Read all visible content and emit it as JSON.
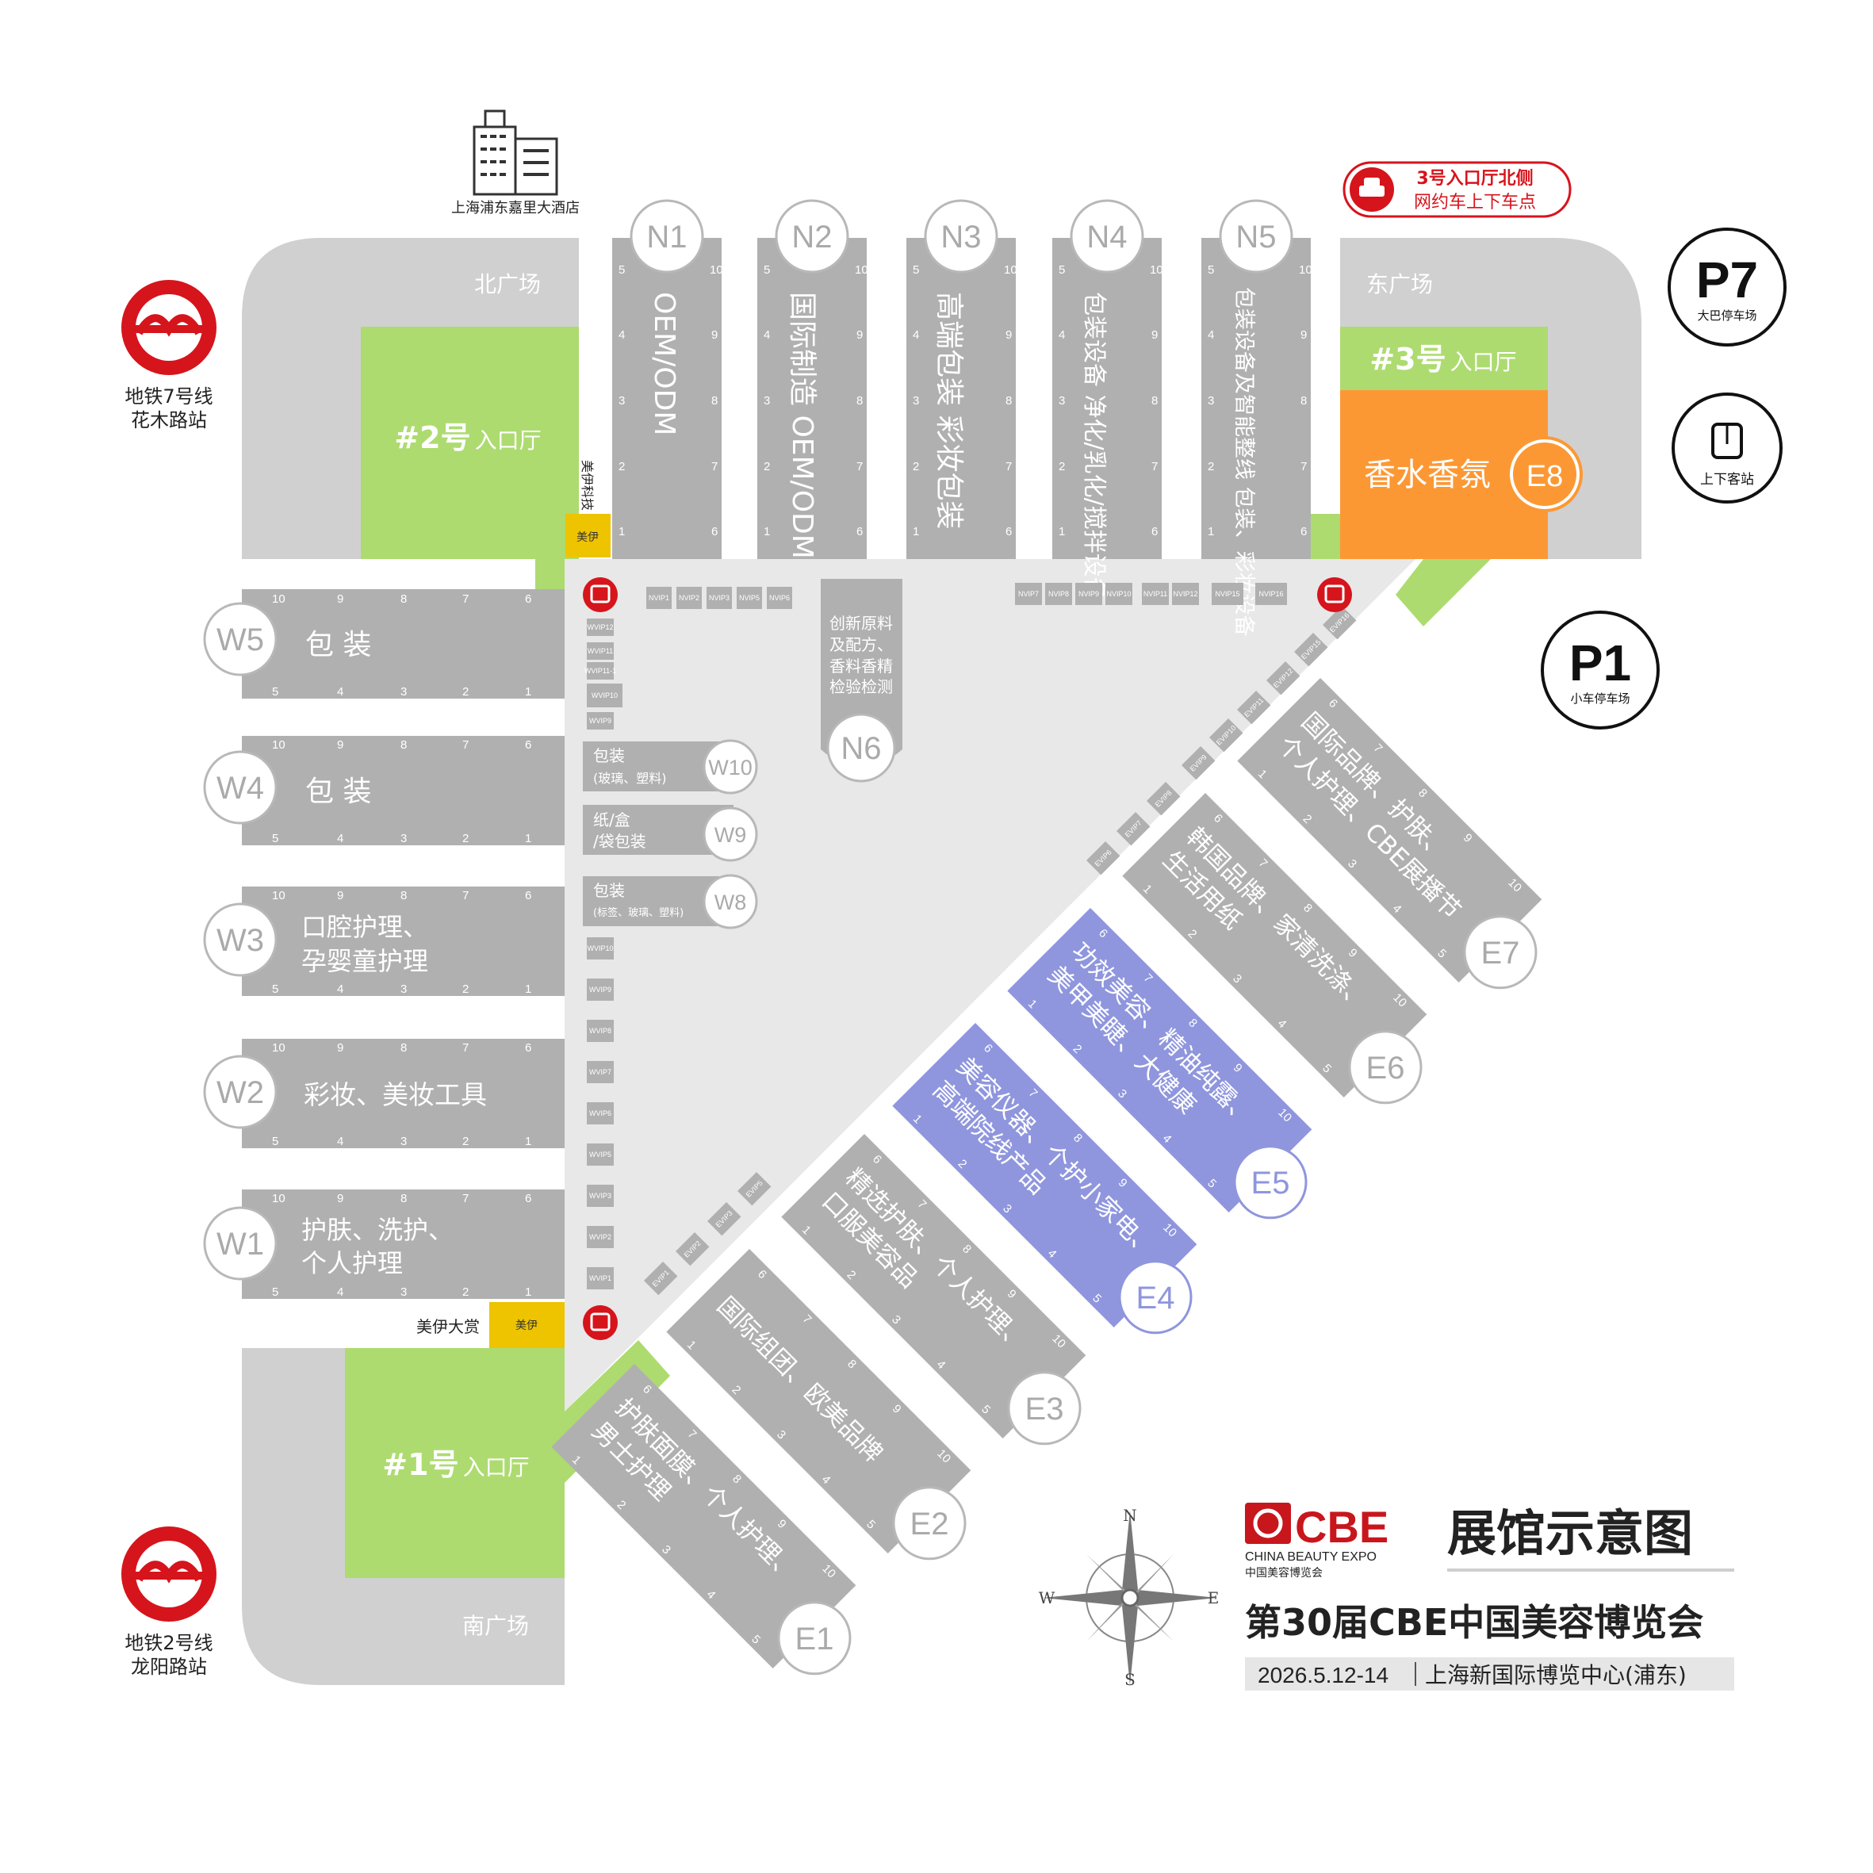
{
  "title": {
    "brand": "CBE",
    "brand_en": "CHINA BEAUTY EXPO",
    "brand_cn": "中国美容博览会",
    "map_title": "展馆示意图",
    "expo_name": "第30届CBE中国美容博览会",
    "date": "2026.5.12-14",
    "venue": "上海新国际博览中心(浦东)"
  },
  "compass": {
    "n": "N",
    "s": "S",
    "e": "E",
    "w": "W"
  },
  "landmarks": {
    "hotel": "上海浦东嘉里大酒店",
    "metro7_l1": "地铁7号线",
    "metro7_l2": "花木路站",
    "metro2_l1": "地铁2号线",
    "metro2_l2": "龙阳路站",
    "taxi_l1": "3号入口厅北侧",
    "taxi_l2": "网约车上下车点",
    "p7": "P7",
    "p7_sub": "大巴停车场",
    "p1": "P1",
    "p1_sub": "小车停车场",
    "bus_sub": "上下客站"
  },
  "plazas": {
    "north": "北广场",
    "east": "东广场",
    "south": "南广场"
  },
  "entrances": {
    "e2_num": "#2号",
    "e2_txt": "入口厅",
    "e3_num": "#3号",
    "e3_txt": "入口厅",
    "e1_num": "#1号",
    "e1_txt": "入口厅"
  },
  "sponsors": {
    "north_booth": "美伊科技",
    "south_booth": "美伊大赏",
    "logo_text": "美伊"
  },
  "north_halls": [
    {
      "id": "N1",
      "name": "OEM/ODM"
    },
    {
      "id": "N2",
      "name": "国际制造 OEM/ODM"
    },
    {
      "id": "N3",
      "name": "高端包装 彩妆包装"
    },
    {
      "id": "N4",
      "name": "包装设备 净化/乳化/搅拌设备"
    },
    {
      "id": "N5",
      "name": "包装设备及智能整线 包装、彩妆设备"
    }
  ],
  "n6": {
    "id": "N6",
    "l1": "创新原料",
    "l2": "及配方、",
    "l3": "香料香精",
    "l4": "检验检测"
  },
  "west_halls": [
    {
      "id": "W5",
      "l1": "包 装",
      "l2": ""
    },
    {
      "id": "W4",
      "l1": "包 装",
      "l2": ""
    },
    {
      "id": "W3",
      "l1": "口腔护理、",
      "l2": "孕婴童护理"
    },
    {
      "id": "W2",
      "l1": "彩妆、美妆工具",
      "l2": ""
    },
    {
      "id": "W1",
      "l1": "护肤、洗护、",
      "l2": "个人护理"
    }
  ],
  "west_small": [
    {
      "id": "W10",
      "l1": "包装",
      "l2": "(玻璃、塑料)"
    },
    {
      "id": "W9",
      "l1": "纸/盒",
      "l2": "/袋包装"
    },
    {
      "id": "W8",
      "l1": "包装",
      "l2": "(标签、玻璃、塑料)"
    }
  ],
  "east_halls": [
    {
      "id": "E7",
      "l1": "国际品牌、护肤、",
      "l2": "个人护理、CBE展播节",
      "color": "#b0b0b0"
    },
    {
      "id": "E6",
      "l1": "韩国品牌、家清洗涤、",
      "l2": "生活用纸",
      "color": "#b0b0b0"
    },
    {
      "id": "E5",
      "l1": "功效美容、精油纯露、",
      "l2": "美甲美睫、大健康",
      "color": "#8f96dd"
    },
    {
      "id": "E4",
      "l1": "美容仪器、个护小家电、",
      "l2": "高端院线产品",
      "color": "#8f96dd"
    },
    {
      "id": "E3",
      "l1": "精选护肤、个人护理、",
      "l2": "口服美容品",
      "color": "#b0b0b0"
    },
    {
      "id": "E2",
      "l1": "国际组团、欧美品牌",
      "l2": "",
      "color": "#b0b0b0"
    },
    {
      "id": "E1",
      "l1": "护肤面膜、个人护理、",
      "l2": "男士护理",
      "color": "#b0b0b0"
    }
  ],
  "e8": {
    "id": "E8",
    "name": "香水香氛",
    "color": "#fc9834"
  },
  "vip_north_left": [
    "NVIP1",
    "NVIP2",
    "NVIP3",
    "NVIP5",
    "NVIP6"
  ],
  "vip_north_right": [
    "NVIP7",
    "NVIP8",
    "NVIP9",
    "NVIP10",
    "NVIP11",
    "NVIP12",
    "NVIP15",
    "NVIP16"
  ],
  "vip_west_upper": [
    "WVIP12",
    "WVIP11",
    "WVIP11-1",
    "WVIP10",
    "WVIP9"
  ],
  "vip_west_lower": [
    "WVIP10",
    "WVIP9",
    "WVIP8",
    "WVIP7",
    "WVIP6",
    "WVIP5",
    "WVIP3",
    "WVIP2",
    "WVIP1"
  ],
  "vip_east_lower": [
    "EVIP1",
    "EVIP2",
    "EVIP3",
    "EVIP5"
  ],
  "vip_east_mid": [
    "EVIP6",
    "EVIP7",
    "EVIP8"
  ],
  "vip_east_upper": [
    "EVIP9",
    "EVIP10",
    "EVIP11",
    "EVIP12",
    "EVIP15",
    "EVIP16"
  ],
  "colors": {
    "hall_gray": "#b0b0b0",
    "plaza_gray": "#d0d0d0",
    "floor": "#e8e8e8",
    "green": "#addb70",
    "orange": "#fc9834",
    "purple": "#8f96dd",
    "red": "#d6141c",
    "yellow": "#eec300"
  }
}
